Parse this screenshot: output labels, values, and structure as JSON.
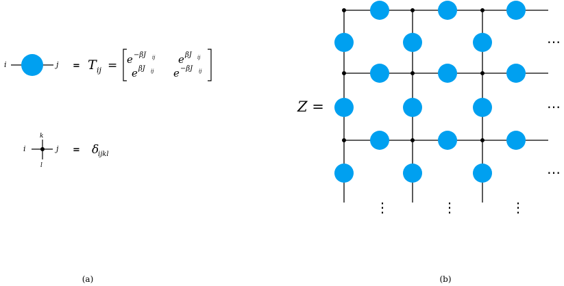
{
  "panel_a": {
    "caption": "(a)",
    "edge": {
      "left_index": "i",
      "right_index": "j",
      "equals": "=",
      "lhs_symbol": "T",
      "lhs_sub": "ij",
      "matrix": [
        [
          {
            "base": "e",
            "sup": "−βJ",
            "supsub": "ij"
          },
          {
            "base": "e",
            "sup": "βJ",
            "supsub": "ij"
          }
        ],
        [
          {
            "base": "e",
            "sup": "βJ",
            "supsub": "ij"
          },
          {
            "base": "e",
            "sup": "−βJ",
            "supsub": "ij"
          }
        ]
      ]
    },
    "vertex": {
      "left_index": "i",
      "right_index": "j",
      "top_index": "k",
      "bottom_index": "l",
      "equals": "=",
      "symbol": "δ",
      "sub": "ijkl"
    }
  },
  "panel_b": {
    "caption": "(b)",
    "lhs": "Z =",
    "vdots": "⋮",
    "hdots": "⋯"
  },
  "colors": {
    "tensor_node": "#00a0f0",
    "line": "#000000",
    "vertex_dot": "#000000"
  }
}
